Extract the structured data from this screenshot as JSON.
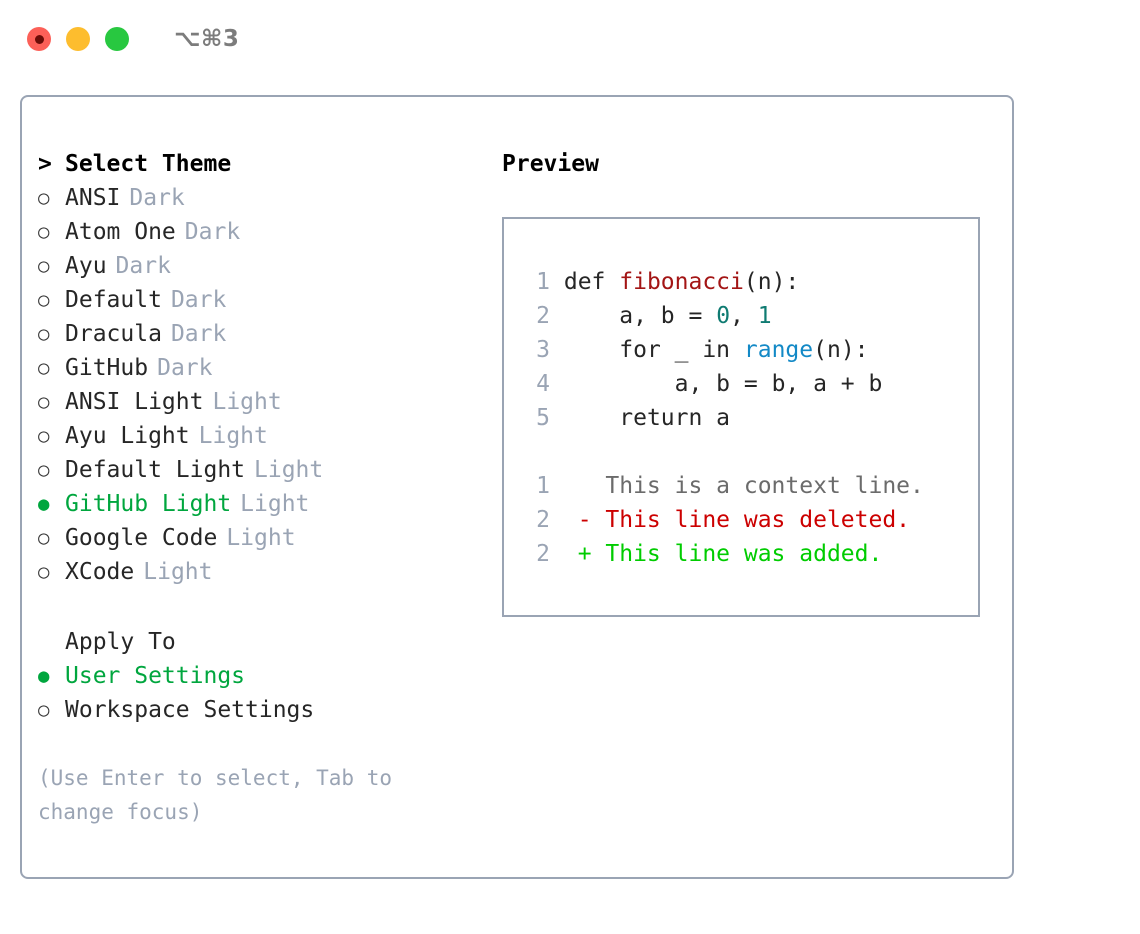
{
  "titlebar": {
    "shortcut": "⌥⌘3",
    "buttons": {
      "close": "close-button",
      "minimize": "minimize-button",
      "maximize": "maximize-button"
    }
  },
  "colors": {
    "accent_green": "#00a63e",
    "muted": "#9aa4b4",
    "text": "#262626",
    "diff_add": "#00cc00",
    "diff_del": "#cc0000",
    "fn": "#a31515",
    "num": "#0f7b72",
    "call": "#1389c6",
    "border": "#9aa4b4"
  },
  "left": {
    "caret": ">",
    "header": "Select Theme",
    "bullet_empty": "○",
    "bullet_filled": "●",
    "themes": [
      {
        "name": "ANSI",
        "variant": "Dark",
        "selected": false
      },
      {
        "name": "Atom One",
        "variant": "Dark",
        "selected": false
      },
      {
        "name": "Ayu",
        "variant": "Dark",
        "selected": false
      },
      {
        "name": "Default",
        "variant": "Dark",
        "selected": false
      },
      {
        "name": "Dracula",
        "variant": "Dark",
        "selected": false
      },
      {
        "name": "GitHub",
        "variant": "Dark",
        "selected": false
      },
      {
        "name": "ANSI Light",
        "variant": "Light",
        "selected": false
      },
      {
        "name": "Ayu Light",
        "variant": "Light",
        "selected": false
      },
      {
        "name": "Default Light",
        "variant": "Light",
        "selected": false
      },
      {
        "name": "GitHub Light",
        "variant": "Light",
        "selected": true
      },
      {
        "name": "Google Code",
        "variant": "Light",
        "selected": false
      },
      {
        "name": "XCode",
        "variant": "Light",
        "selected": false
      }
    ],
    "apply_to_header": "Apply To",
    "apply_to": [
      {
        "name": "User Settings",
        "selected": true
      },
      {
        "name": "Workspace Settings",
        "selected": false
      }
    ],
    "hint": "(Use Enter to select, Tab to change focus)"
  },
  "right": {
    "title": "Preview",
    "code": [
      {
        "num": "1",
        "tokens": [
          {
            "t": "def ",
            "c": "plain"
          },
          {
            "t": "fibonacci",
            "c": "fn"
          },
          {
            "t": "(n):",
            "c": "plain"
          }
        ]
      },
      {
        "num": "2",
        "tokens": [
          {
            "t": "    a, b = ",
            "c": "plain"
          },
          {
            "t": "0",
            "c": "num"
          },
          {
            "t": ", ",
            "c": "plain"
          },
          {
            "t": "1",
            "c": "num"
          }
        ]
      },
      {
        "num": "3",
        "tokens": [
          {
            "t": "    for _ in ",
            "c": "plain"
          },
          {
            "t": "range",
            "c": "call"
          },
          {
            "t": "(n):",
            "c": "plain"
          }
        ]
      },
      {
        "num": "4",
        "tokens": [
          {
            "t": "        a, b = b, a + b",
            "c": "plain"
          }
        ]
      },
      {
        "num": "5",
        "tokens": [
          {
            "t": "    return a",
            "c": "plain"
          }
        ]
      }
    ],
    "diff": [
      {
        "num": "1",
        "marker": "  ",
        "text": "This is a context line.",
        "kind": "ctx"
      },
      {
        "num": "2",
        "marker": "- ",
        "text": "This line was deleted.",
        "kind": "del"
      },
      {
        "num": "2",
        "marker": "+ ",
        "text": "This line was added.",
        "kind": "add"
      }
    ]
  }
}
